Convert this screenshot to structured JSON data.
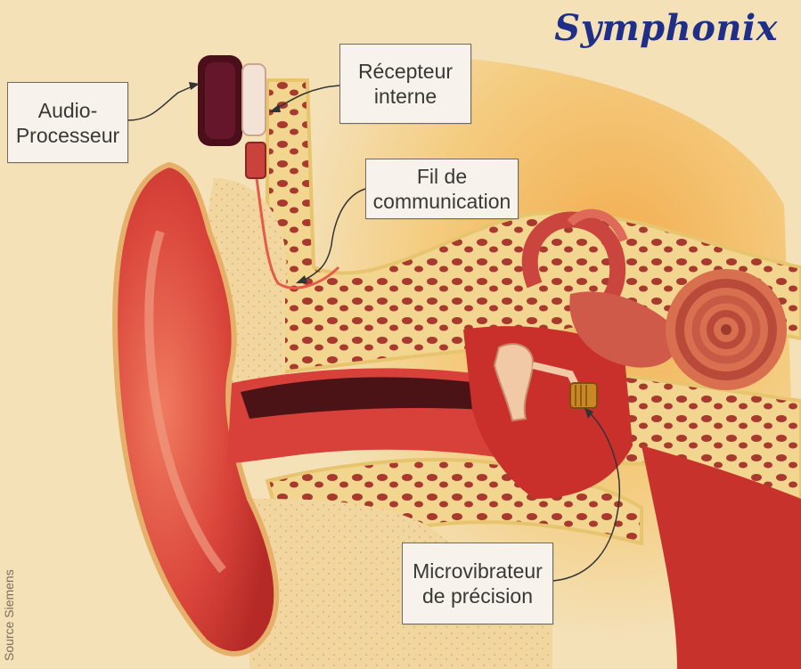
{
  "brand": "Symphonix",
  "source": "Source Siemens",
  "labels": {
    "audio": [
      "Audio-",
      "Processeur"
    ],
    "recepteur": [
      "Récepteur",
      "interne"
    ],
    "fil": [
      "Fil de",
      "communication"
    ],
    "micro": [
      "Microvibrateur",
      "de précision"
    ]
  },
  "colors": {
    "background": "#f4e1b8",
    "bone": "#f2d58e",
    "tissue": "#c8322d",
    "cartilage": "#e0584a",
    "brand": "#1f2f88"
  }
}
